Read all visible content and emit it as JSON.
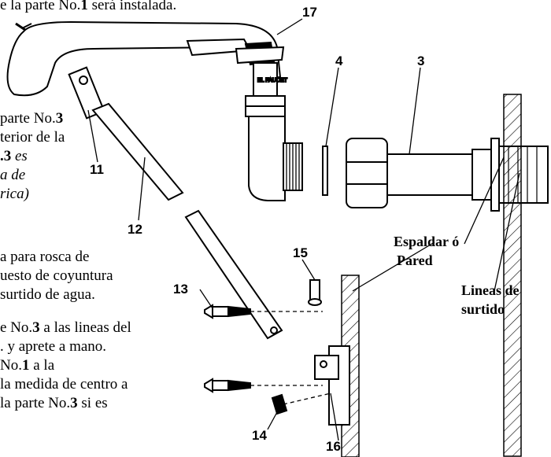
{
  "instructions": {
    "line1": {
      "pre": "e la parte No.",
      "num": "1",
      "post": " será instalada."
    },
    "note_line1": {
      "pre": "parte No.",
      "num": "3"
    },
    "note_line2": "terior de la",
    "note_line3": {
      "num": ".3",
      "post": " es"
    },
    "note_line4": "a de",
    "note_line5": "rica)",
    "step_line1": "a para rosca de",
    "step_line2": "uesto de coyuntura",
    "step_line3": "surtido de agua.",
    "step2_line1": {
      "pre": "e No.",
      "num": "3",
      "post": " a las lineas del"
    },
    "step2_line2": ". y aprete a mano.",
    "step3_line1": {
      "pre": "No.",
      "num": "1",
      "post": " a la"
    },
    "step3_line2": "la medida de centro a",
    "step3_line3": {
      "pre": "la parte No.",
      "num": "3",
      "post": " si es"
    }
  },
  "callouts": {
    "n17": "17",
    "n4": "4",
    "n3": "3",
    "n11": "11",
    "n12": "12",
    "n15": "15",
    "n13": "13",
    "n14": "14",
    "n16": "16"
  },
  "labels": {
    "wall_line1": "Espaldar ó",
    "wall_line2": "Pared",
    "supply_line1": "Lineas de",
    "supply_line2": "surtido"
  },
  "stamp": "EL FAUCET"
}
